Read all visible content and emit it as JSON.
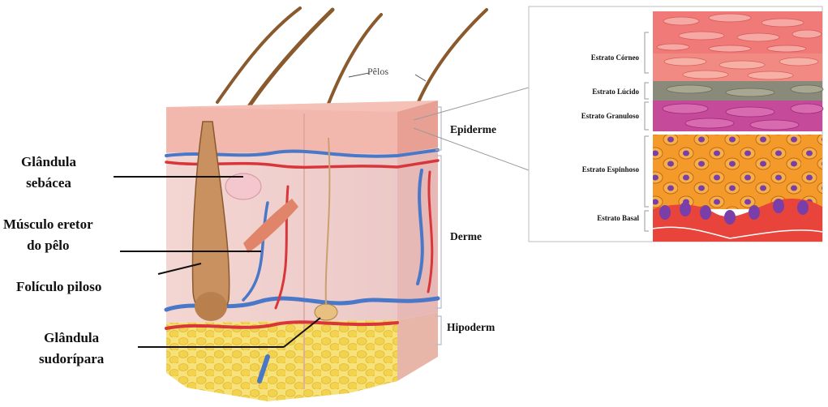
{
  "diagram": {
    "labels": {
      "glandula_sebacea": [
        "Glândula",
        "sebácea"
      ],
      "musculo_eretor": [
        "Músculo eretor",
        "do pêlo"
      ],
      "foliculo": "Folículo piloso",
      "glandula_sudoripara": [
        "Glândula",
        "sudorípara"
      ],
      "pelos": "Pêlos",
      "epiderme": "Epiderme",
      "derme": "Derme",
      "hipoderme": "Hipoderm"
    },
    "strata": [
      "Estrato Córneo",
      "Estrato Lúcido",
      "Estrato Granuloso",
      "Estrato Espinhoso",
      "Estrato Basal"
    ],
    "colors": {
      "epidermis": "#f2b8ae",
      "dermis": "#f0d2cf",
      "hypodermis_fat": "#f5de6a",
      "vein": "#4a78c8",
      "artery": "#d8363a",
      "hair": "#8a5a2e",
      "corneo": "#f07a78",
      "lucido": "#8a8a7a",
      "granuloso": "#c64a9a",
      "espinhoso": "#f29a2a",
      "nucleus": "#7a3ea8"
    }
  }
}
